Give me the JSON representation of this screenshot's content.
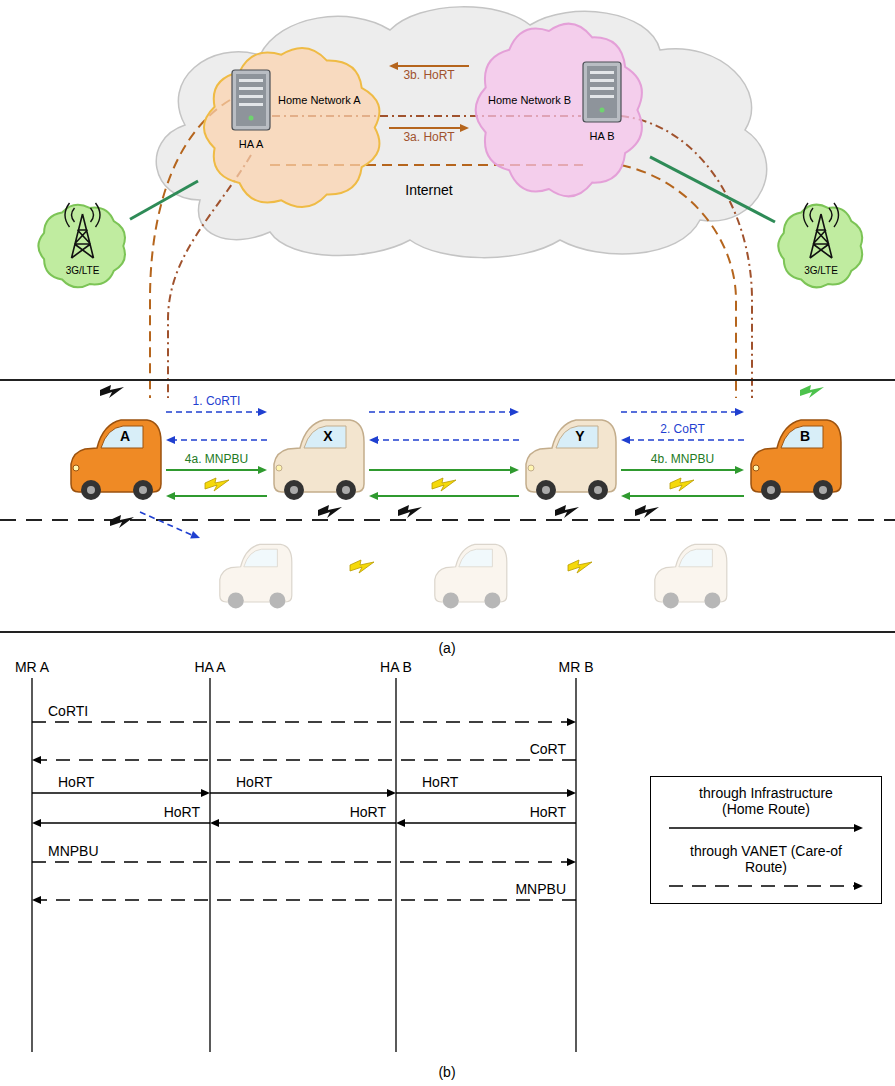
{
  "diagram": {
    "nodes": [
      {
        "text": [
          "Home Network A",
          "HA A"
        ]
      },
      {
        "text": [
          "Home Network B",
          "HA B"
        ]
      },
      {
        "text": [
          "3G/LTE"
        ]
      },
      {
        "text": [
          "3G/LTE"
        ]
      },
      {
        "text": [
          "A"
        ]
      },
      {
        "text": [
          "X"
        ]
      },
      {
        "text": [
          "Y"
        ]
      },
      {
        "text": [
          "B"
        ]
      },
      {
        "text": [
          "MR A"
        ]
      },
      {
        "text": [
          "HA A"
        ]
      },
      {
        "text": [
          "HA B"
        ]
      },
      {
        "text": [
          "MR B"
        ]
      }
    ],
    "edges": [
      {
        "from": 1,
        "to": 0,
        "arrow": "to",
        "label": "3b. HoRT"
      },
      {
        "from": 0,
        "to": 1,
        "arrow": "to",
        "label": "3a. HoRT"
      },
      {
        "from": 2,
        "to": 0,
        "arrow": "none"
      },
      {
        "from": 3,
        "to": 1,
        "arrow": "none"
      },
      {
        "from": 4,
        "to": 5,
        "arrow": "to",
        "label": "1. CoRTI"
      },
      {
        "from": 5,
        "to": 6,
        "arrow": "to"
      },
      {
        "from": 6,
        "to": 7,
        "arrow": "to"
      },
      {
        "from": 7,
        "to": 6,
        "arrow": "to",
        "label": "2. CoRT"
      },
      {
        "from": 6,
        "to": 5,
        "arrow": "to"
      },
      {
        "from": 5,
        "to": 4,
        "arrow": "to"
      },
      {
        "from": 4,
        "to": 5,
        "arrow": "to",
        "label": "4a. MNPBU"
      },
      {
        "from": 5,
        "to": 6,
        "arrow": "to"
      },
      {
        "from": 6,
        "to": 7,
        "arrow": "to",
        "label": "4b. MNPBU"
      },
      {
        "from": 7,
        "to": 6,
        "arrow": "to"
      },
      {
        "from": 6,
        "to": 5,
        "arrow": "to"
      },
      {
        "from": 5,
        "to": 4,
        "arrow": "to"
      },
      {
        "from": 8,
        "to": 11,
        "arrow": "to",
        "label": "CoRTI"
      },
      {
        "from": 11,
        "to": 8,
        "arrow": "to",
        "label": "CoRT"
      },
      {
        "from": 8,
        "to": 9,
        "arrow": "to",
        "label": "HoRT"
      },
      {
        "from": 9,
        "to": 10,
        "arrow": "to",
        "label": "HoRT"
      },
      {
        "from": 10,
        "to": 11,
        "arrow": "to",
        "label": "HoRT"
      },
      {
        "from": 11,
        "to": 10,
        "arrow": "to",
        "label": "HoRT"
      },
      {
        "from": 10,
        "to": 9,
        "arrow": "to",
        "label": "HoRT"
      },
      {
        "from": 9,
        "to": 8,
        "arrow": "to",
        "label": "HoRT"
      },
      {
        "from": 8,
        "to": 11,
        "arrow": "to",
        "label": "MNPBU"
      },
      {
        "from": 11,
        "to": 8,
        "arrow": "to",
        "label": "MNPBU"
      }
    ],
    "labels": [
      "Internet",
      "(a)",
      "(b)"
    ],
    "legend": [
      {
        "text": "through Infrastructure (Home Route)"
      },
      {
        "text": "through VANET (Care-of Route)"
      }
    ]
  }
}
